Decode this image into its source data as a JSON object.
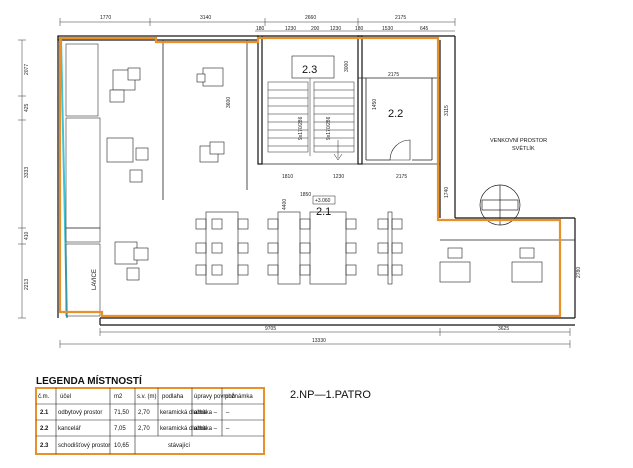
{
  "dimensions_top": [
    "1770",
    "3140",
    "2660",
    "2175"
  ],
  "dimensions_second": [
    "180",
    "1230",
    "200",
    "1230",
    "180",
    "1530",
    "645"
  ],
  "dimensions_left": [
    "2077",
    "425",
    "3333",
    "410",
    "2213"
  ],
  "dimensions_bottom": [
    "9705",
    "3625",
    "13330"
  ],
  "inner_dims": {
    "d3000": "3000",
    "d3600": "3600",
    "d1450": "1450",
    "d2175a": "2175",
    "d2175b": "2175",
    "d3115": "3115",
    "d1740": "1740",
    "d2780": "2780",
    "d1810": "1810",
    "d1850": "1850",
    "d1230": "1230",
    "d4400": "4400",
    "stair": "9x170/286",
    "stair2": "9x170/286"
  },
  "rooms": {
    "r23": "2.3",
    "r22": "2.2",
    "r21": "2.1",
    "level_mark": "+3.060"
  },
  "labels": {
    "venkovni": "VENKOVNÍ PROSTOR",
    "svetlik": "SVĚTLÍK",
    "lavice": "LAVICE",
    "floor_title": "2.NP—1.PATRO"
  },
  "legend": {
    "title": "LEGENDA MÍSTNOSTÍ",
    "headers": [
      "č.m.",
      "účel",
      "m2",
      "s.v. (m)",
      "podlaha",
      "úpravy povrchů",
      "poznámka"
    ],
    "rows": [
      [
        "2.1",
        "odbytový prostor",
        "71,50",
        "2,70",
        "keramická dlažba",
        "omítka –",
        "–"
      ],
      [
        "2.2",
        "kancelář",
        "7,05",
        "2,70",
        "keramická dlažba",
        "omítka –",
        "–"
      ],
      [
        "2.3",
        "schodišťový prostor",
        "10,65",
        "stávající",
        "",
        "",
        ""
      ]
    ]
  },
  "colors": {
    "outline": "#e8912a",
    "wall": "#111111",
    "glass": "#3ec3d6"
  }
}
